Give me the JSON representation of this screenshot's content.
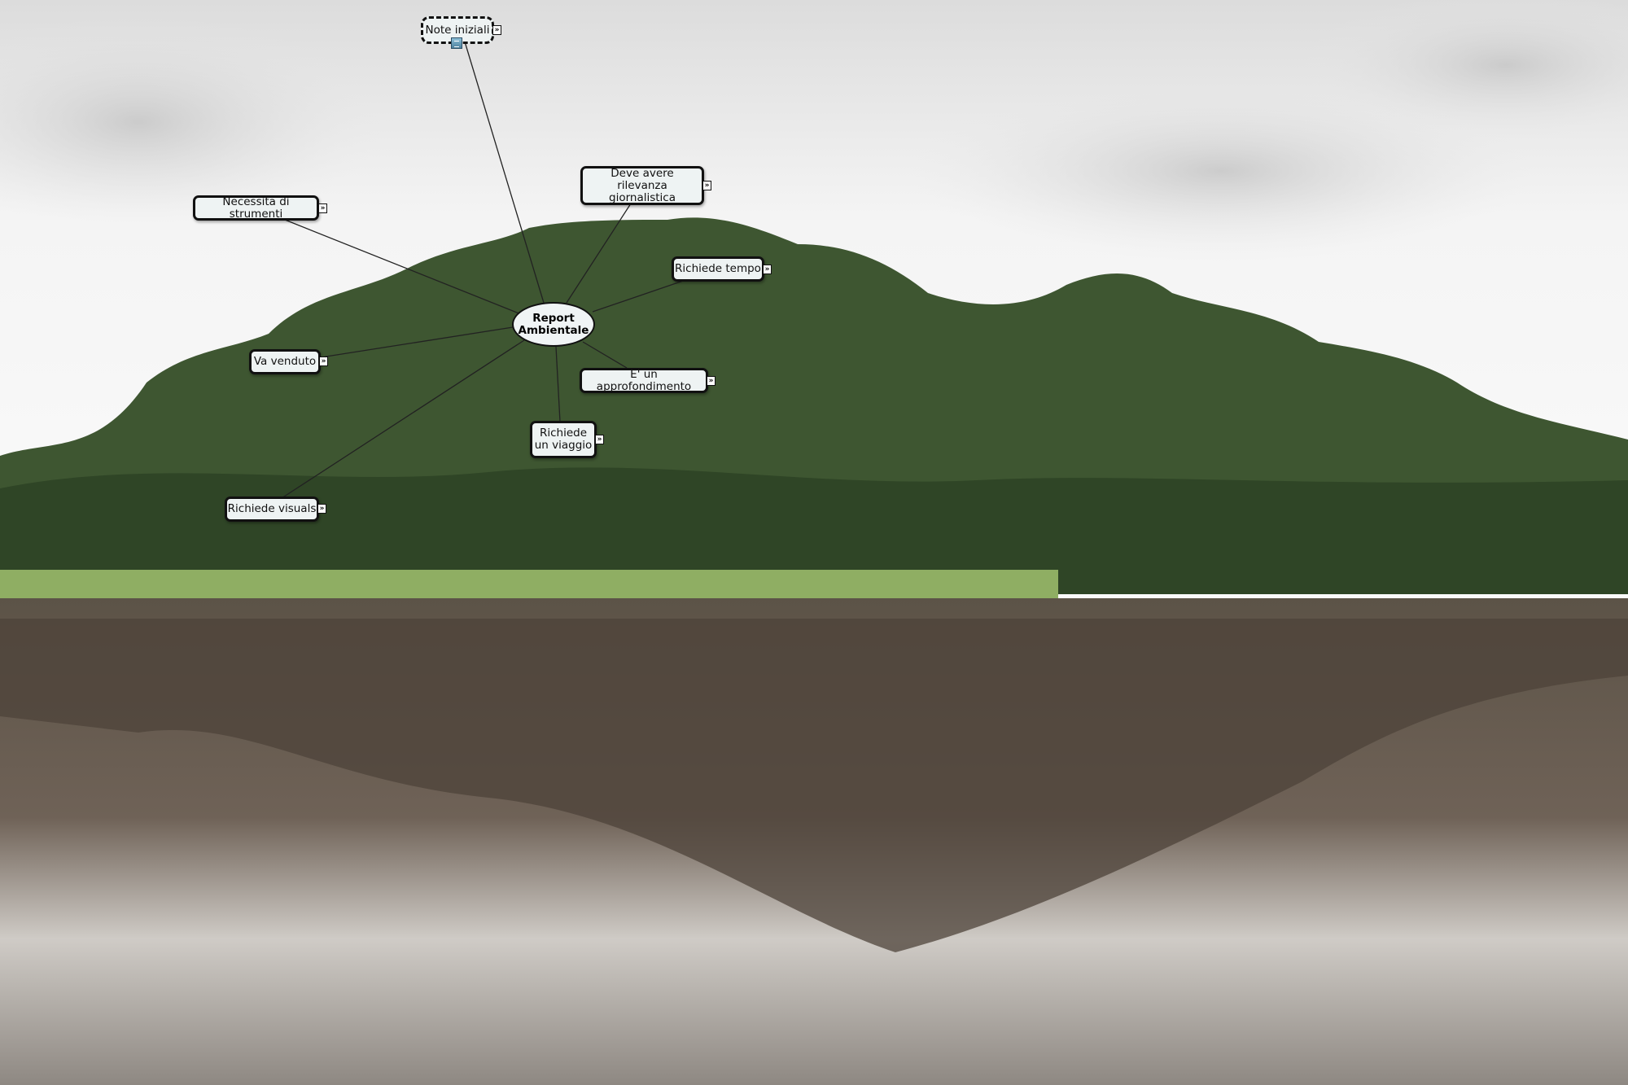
{
  "map": {
    "central_topic": "Report\nAmbientale",
    "expand_glyph": "»",
    "topics": {
      "note_iniziali": "Note iniziali",
      "necessita_strumenti": "Necessita di strumenti",
      "rilevanza": "Deve avere\nrilevanza giornalistica",
      "richiede_tempo": "Richiede tempo",
      "va_venduto": "Va venduto",
      "approfondimento": "E' un approfondimento",
      "richiede_viaggio": "Richiede\nun viaggio",
      "richiede_visuals": "Richiede visuals"
    },
    "note_icon": "note-icon"
  },
  "colors": {
    "node_fill": "#eef3f3",
    "node_border": "#111111",
    "sky": "#ededed",
    "forest": "#3f5a33",
    "water": "#6e6258"
  }
}
